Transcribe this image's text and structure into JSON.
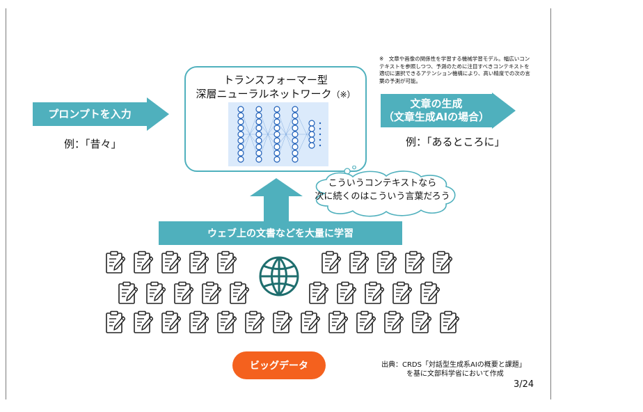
{
  "input_arrow": {
    "label": "プロンプトを入力",
    "example": "例：「昔々」"
  },
  "model": {
    "title_line1": "トランスフォーマー型",
    "title_line2": "深層ニューラルネットワーク",
    "title_note": "（※）"
  },
  "output_arrow": {
    "label_line1": "文章の生成",
    "label_line2": "（文章生成AIの場合）",
    "example": "例：「あるところに」"
  },
  "footnote": "※　文章や画像の関係性を学習する機械学習モデル。幅広いコンテキストを参照しつつ、予測のために注目すべきコンテキストを適切に選択できるアテンション機構により、高い精度での次の言葉の予測が可能。",
  "thought_bubble": {
    "line1": "こういうコンテキストなら",
    "line2": "次に続くのはこういう言葉だろう"
  },
  "learning_banner": "ウェブ上の文書などを大量に学習",
  "big_data_label": "ビッグデータ",
  "source": {
    "line1": "出典：CRDS「対話型生成系AIの概要と課題」",
    "line2": "を基に文部科学省において作成"
  },
  "page_number": "3/24",
  "colors": {
    "accent": "#4fb0bd",
    "big_data": "#f4611e",
    "globe": "#1e6e6e",
    "nn_panel": "#dbeafb"
  },
  "icons": {
    "document": "document-pen-icon",
    "globe": "globe-icon",
    "network": "neural-network-image"
  }
}
